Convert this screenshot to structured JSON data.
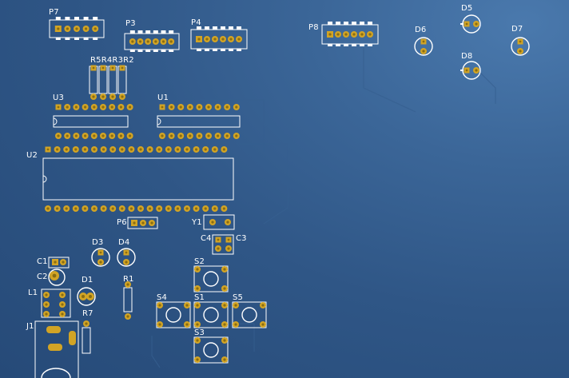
{
  "board": {
    "background": "#2c5383",
    "silkscreen_color": "#ffffff",
    "pad_color": "#d2a425",
    "pad_hole_color": "#8a6d12"
  },
  "labels": {
    "P7": "P7",
    "P3": "P3",
    "P4": "P4",
    "P8": "P8",
    "D5": "D5",
    "D6": "D6",
    "D7": "D7",
    "D8": "D8",
    "R5R4R3R2": "R5R4R3R2",
    "U3": "U3",
    "U1": "U1",
    "U2": "U2",
    "P6": "P6",
    "Y1": "Y1",
    "C4": "C4",
    "C3": "C3",
    "C1": "C1",
    "C2": "C2",
    "D3": "D3",
    "D4": "D4",
    "D1": "D1",
    "L1": "L1",
    "R1": "R1",
    "R7": "R7",
    "J1": "J1",
    "S1": "S1",
    "S2": "S2",
    "S3": "S3",
    "S4": "S4",
    "S5": "S5"
  }
}
